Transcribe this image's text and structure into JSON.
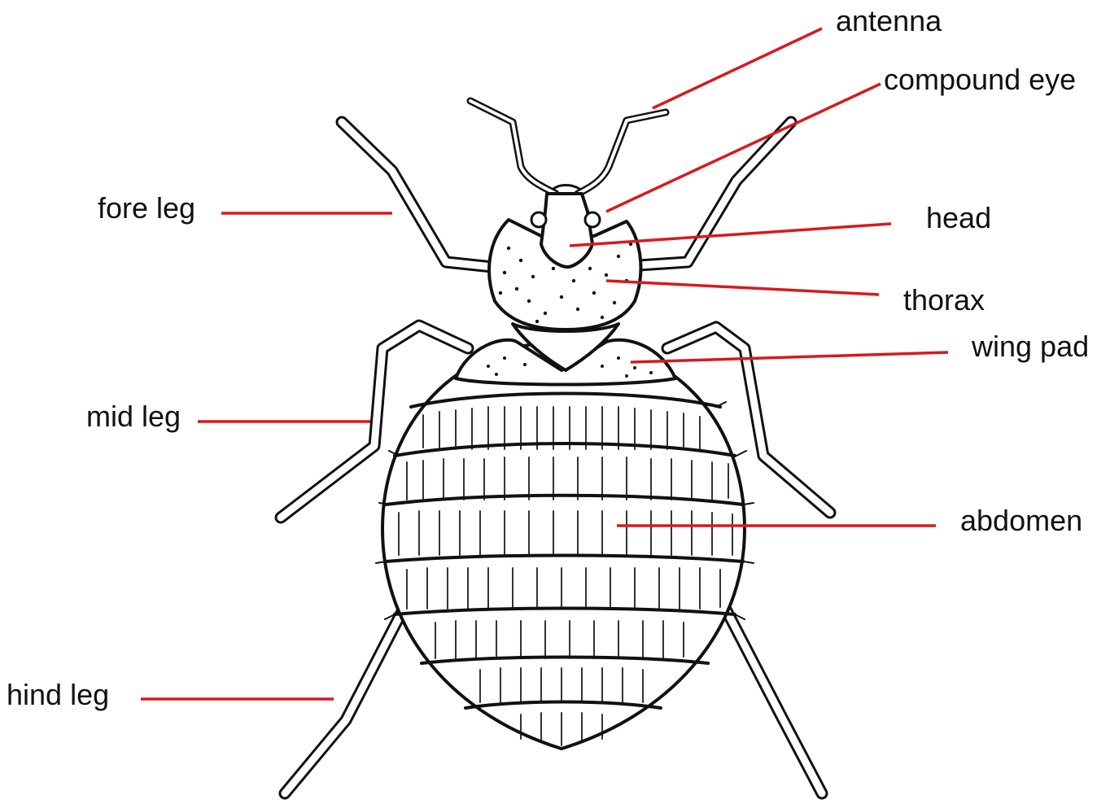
{
  "labels": {
    "antenna": "antenna",
    "compound_eye": "compound eye",
    "head": "head",
    "thorax": "thorax",
    "wing_pad": "wing pad",
    "abdomen": "abdomen",
    "fore_leg": "fore leg",
    "mid_leg": "mid leg",
    "hind_leg": "hind leg"
  },
  "colors": {
    "leader_line": "#d61a1f",
    "ink": "#111111",
    "background": "#ffffff"
  }
}
